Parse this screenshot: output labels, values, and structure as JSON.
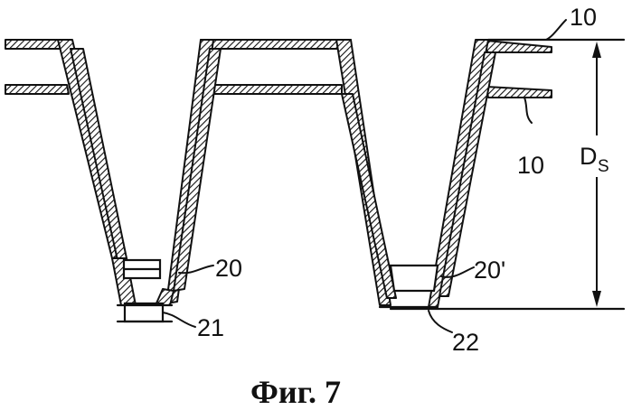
{
  "labels": {
    "ref_10_top": "10",
    "ref_10_side": "10",
    "ref_20": "20",
    "ref_20_prime": "20'",
    "ref_21": "21",
    "ref_22": "22",
    "dimension_main": "D",
    "dimension_sub": "S"
  },
  "caption": "Фиг. 7"
}
